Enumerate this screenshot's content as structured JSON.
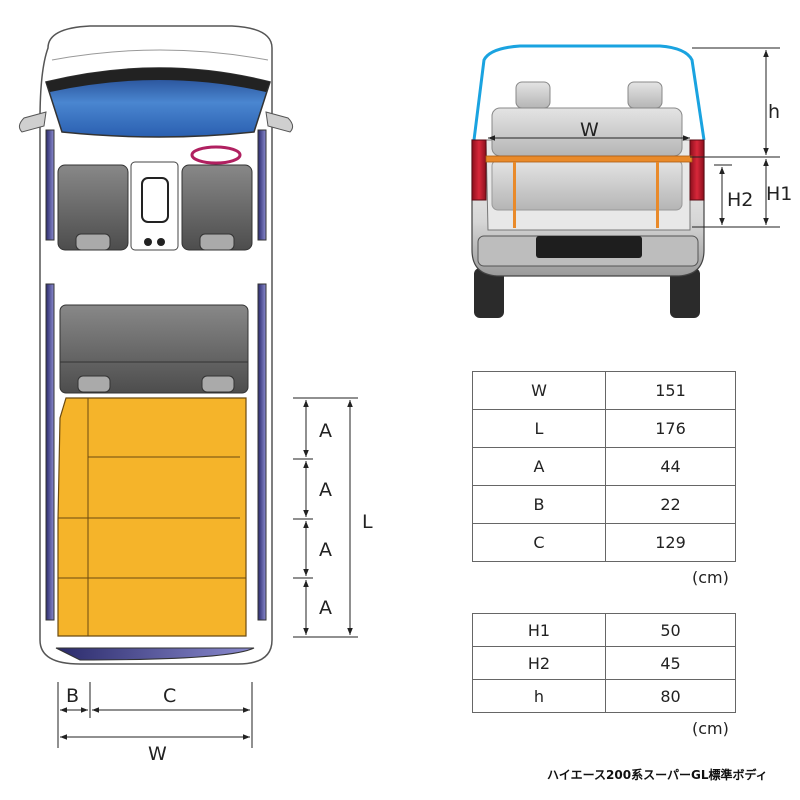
{
  "caption": "ハイエース200系スーパーGL標準ボディ",
  "top_view": {
    "dimension_labels": {
      "a1": "A",
      "a2": "A",
      "a3": "A",
      "a4": "A",
      "l": "L",
      "b": "B",
      "c": "C",
      "w": "W"
    }
  },
  "rear_view": {
    "dimension_labels": {
      "w": "W",
      "h": "h",
      "h1": "H1",
      "h2": "H2"
    }
  },
  "table1": {
    "rows": [
      {
        "key": "W",
        "value": "151"
      },
      {
        "key": "L",
        "value": "176"
      },
      {
        "key": "A",
        "value": "44"
      },
      {
        "key": "B",
        "value": "22"
      },
      {
        "key": "C",
        "value": "129"
      }
    ],
    "unit": "(cm)"
  },
  "table2": {
    "rows": [
      {
        "key": "H1",
        "value": "50"
      },
      {
        "key": "H2",
        "value": "45"
      },
      {
        "key": "h",
        "value": "80"
      }
    ],
    "unit": "(cm)"
  },
  "colors": {
    "mattress": "#f5b42a",
    "windshield": "#3a72c4",
    "seat": "#6b6b6b",
    "tail_light": "#c0182a",
    "roof_outline": "#1aa3e0",
    "frame": "#e98a2a"
  }
}
